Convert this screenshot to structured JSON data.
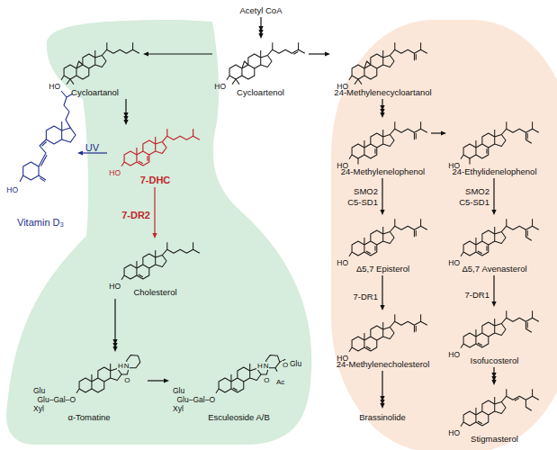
{
  "diagram": {
    "nodes": [
      {
        "text": [
          "Acetyl CoA"
        ]
      },
      {
        "text": [
          "Cycloartenol"
        ]
      },
      {
        "text": [
          "Cycloartanol"
        ]
      },
      {
        "text": [
          "24-Methylenecycloartanol"
        ]
      },
      {
        "text": [
          "Vitamin D₃"
        ]
      },
      {
        "text": [
          "7-DHC"
        ]
      },
      {
        "text": [
          "24-Methylenelophenol"
        ]
      },
      {
        "text": [
          "24-Ethylidenelophenol"
        ]
      },
      {
        "text": [
          "Cholesterol"
        ]
      },
      {
        "text": [
          "Δ5,7 Episterol"
        ]
      },
      {
        "text": [
          "Δ5,7 Avenasterol"
        ]
      },
      {
        "text": [
          "Isofucosterol"
        ]
      },
      {
        "text": [
          "24-Methylenecholesterol"
        ]
      },
      {
        "text": [
          "α-Tomatine"
        ]
      },
      {
        "text": [
          "Esculeoside A/B"
        ]
      },
      {
        "text": [
          "Brassinolide"
        ]
      },
      {
        "text": [
          "Stigmasterol"
        ]
      }
    ],
    "edges": [
      {
        "from": 0,
        "to": 1,
        "arrow": "to"
      },
      {
        "from": 1,
        "to": 2,
        "arrow": "to"
      },
      {
        "from": 1,
        "to": 3,
        "arrow": "to"
      },
      {
        "from": 2,
        "to": 5,
        "arrow": "to"
      },
      {
        "from": 5,
        "to": 4,
        "label": "UV",
        "arrow": "to"
      },
      {
        "from": 3,
        "to": 6,
        "arrow": "to"
      },
      {
        "from": 6,
        "to": 7,
        "arrow": "to"
      },
      {
        "from": 5,
        "to": 8,
        "label": "7-DR2",
        "arrow": "to"
      },
      {
        "from": 6,
        "to": 9,
        "label": "SMO2 C5-SD1",
        "arrow": "to"
      },
      {
        "from": 7,
        "to": 10,
        "label": "SMO2 C5-SD1",
        "arrow": "to"
      },
      {
        "from": 9,
        "to": 12,
        "label": "7-DR1",
        "arrow": "to"
      },
      {
        "from": 10,
        "to": 11,
        "label": "7-DR1",
        "arrow": "to"
      },
      {
        "from": 8,
        "to": 13,
        "arrow": "to"
      },
      {
        "from": 13,
        "to": 14,
        "arrow": "to"
      },
      {
        "from": 12,
        "to": 15,
        "arrow": "to"
      },
      {
        "from": 11,
        "to": 16,
        "arrow": "to"
      }
    ],
    "labels": [
      "HO",
      "HO",
      "HO",
      "HO",
      "HO",
      "HO",
      "HO",
      "HO",
      "HO",
      "HO",
      "HO",
      "HO",
      "HO",
      "H",
      "N",
      "O",
      "Glu",
      "Glu–Gal–O",
      "Xyl",
      "Glu",
      "O",
      "H",
      "N",
      "O",
      "Ac",
      "Glu",
      "Glu–Gal–O",
      "Xyl"
    ]
  }
}
